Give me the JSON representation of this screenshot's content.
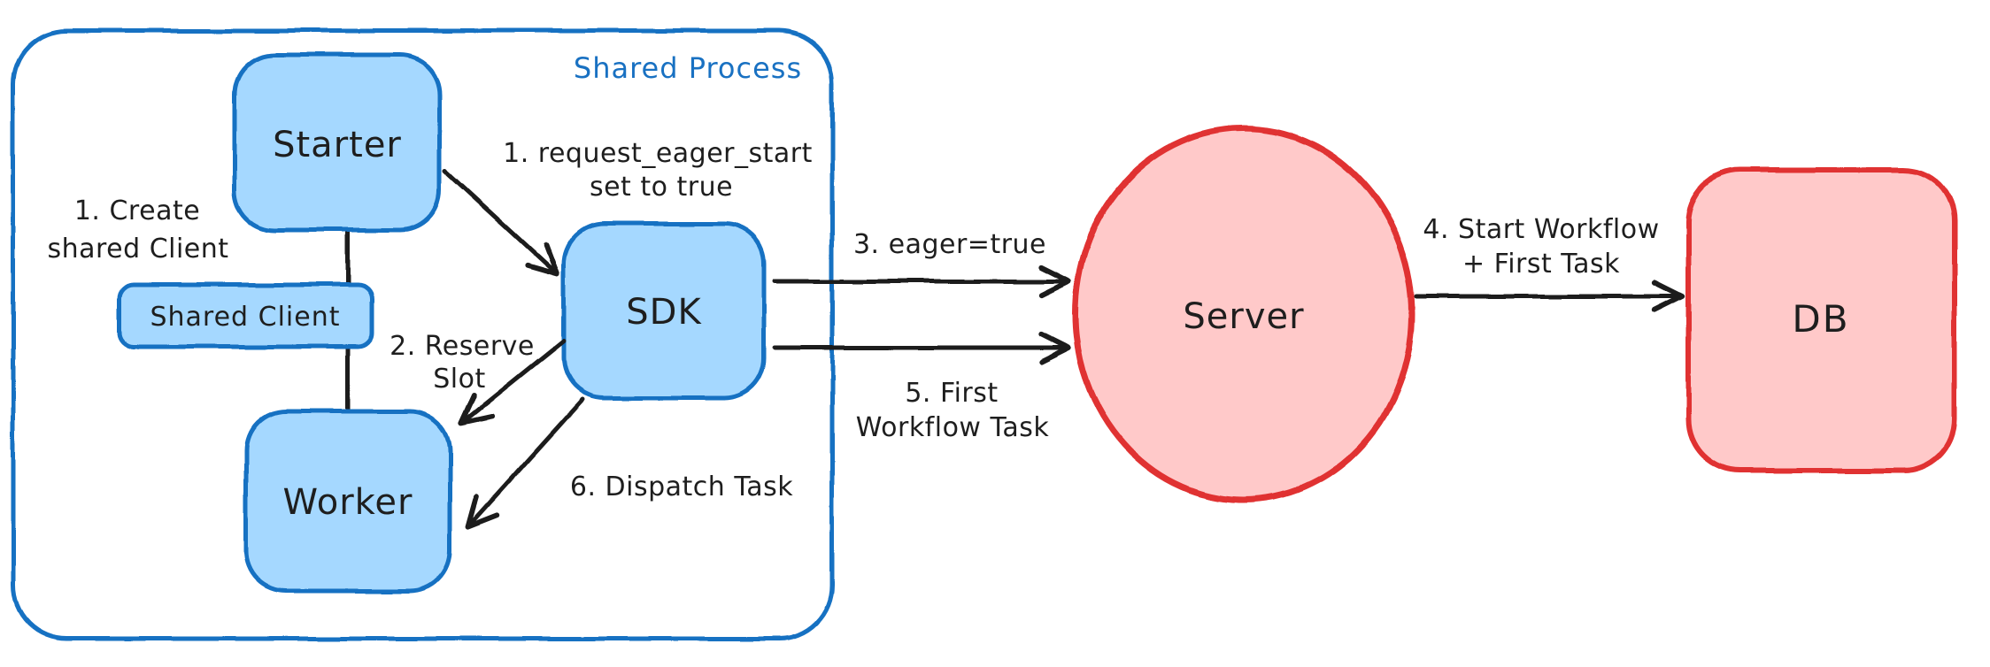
{
  "colors": {
    "blue_stroke": "#1971c2",
    "blue_fill": "#a5d8ff",
    "red_stroke": "#e03131",
    "red_fill": "#ffc9c9",
    "ink": "#1e1e1e",
    "bg": "#ffffff"
  },
  "container": {
    "label": "Shared Process"
  },
  "nodes": {
    "starter": {
      "label": "Starter"
    },
    "shared_client": {
      "label": "Shared Client"
    },
    "worker": {
      "label": "Worker"
    },
    "sdk": {
      "label": "SDK"
    },
    "server": {
      "label": "Server"
    },
    "db": {
      "label": "DB"
    }
  },
  "annotations": {
    "create_shared_client": {
      "line1": "1. Create",
      "line2": "shared Client"
    },
    "request_eager_start": {
      "line1": "1. request_eager_start",
      "line2": "set to true"
    },
    "reserve_slot": {
      "line1": "2. Reserve",
      "line2": "Slot"
    },
    "eager_true": {
      "text": "3. eager=true"
    },
    "start_workflow_first_task": {
      "line1": "4. Start Workflow",
      "line2": "+ First Task"
    },
    "first_workflow_task": {
      "line1": "5. First",
      "line2": "Workflow Task"
    },
    "dispatch_task": {
      "text": "6. Dispatch Task"
    }
  }
}
